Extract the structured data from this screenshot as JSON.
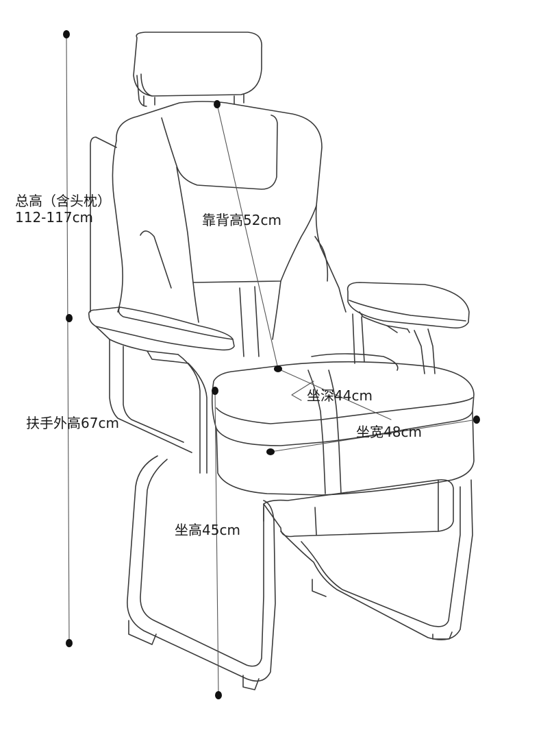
{
  "diagram": {
    "subject": "chair-line-drawing",
    "colors": {
      "line": "#3a3a3a",
      "dot": "#111111",
      "text": "#1a1a1a",
      "background": "#ffffff"
    },
    "dimensions": {
      "total_height": {
        "title": "总高（含头枕）",
        "value": "112-117cm"
      },
      "back_height": {
        "text": "靠背高52cm"
      },
      "seat_depth": {
        "text": "坐深44cm"
      },
      "seat_width": {
        "text": "坐宽48cm"
      },
      "armrest_height": {
        "text": "扶手外高67cm"
      },
      "seat_height": {
        "text": "坐高45cm"
      }
    }
  }
}
